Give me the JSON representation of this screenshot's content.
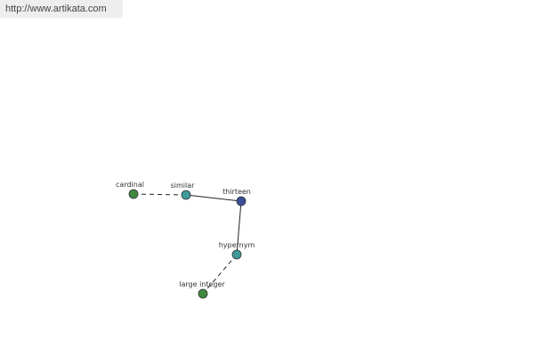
{
  "source_link": "http://www.artikata.com",
  "nodes": {
    "cardinal": {
      "label": "cardinal",
      "color": "#3f8a3f"
    },
    "similar": {
      "label": "similar",
      "color": "#3f9a9a"
    },
    "thirteen": {
      "label": "thirteen",
      "color": "#3b4e9a"
    },
    "hypernym": {
      "label": "hypernym",
      "color": "#3f9a9a"
    },
    "large_integer": {
      "label": "large integer",
      "color": "#3f8a3f"
    }
  },
  "edges": [
    {
      "from": "cardinal",
      "to": "similar",
      "style": "dashed"
    },
    {
      "from": "similar",
      "to": "thirteen",
      "style": "solid"
    },
    {
      "from": "thirteen",
      "to": "hypernym",
      "style": "solid"
    },
    {
      "from": "hypernym",
      "to": "large_integer",
      "style": "dashed"
    }
  ]
}
